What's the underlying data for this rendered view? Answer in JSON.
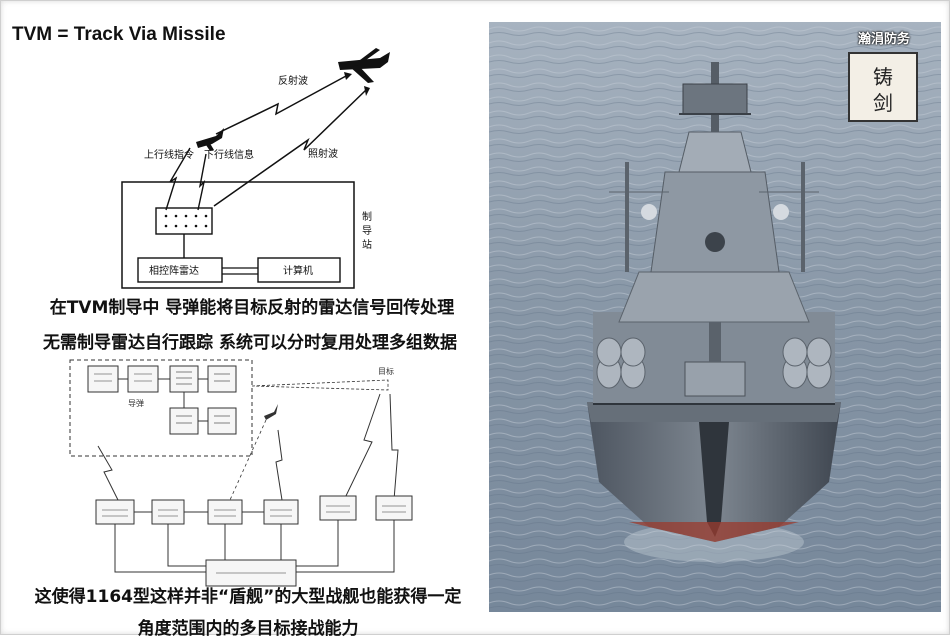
{
  "title": "TVM = Track Via Missile",
  "diagram_top": {
    "label_reflect": "反射波",
    "label_uplink": "上行线指令",
    "label_downlink": "下行线信息",
    "label_illum": "照射波",
    "label_station": "制\n导\n站",
    "label_radar": "相控阵雷达",
    "label_computer": "计算机"
  },
  "captions": {
    "line1": "在TVM制导中 导弹能将目标反射的雷达信号回传处理",
    "line2": "无需制导雷达自行跟踪 系统可以分时复用处理多组数据",
    "line3": "这使得1164型这样并非“盾舰”的大型战舰也能获得一定",
    "line4": "角度范围内的多目标接战能力"
  },
  "diagram_bottom": {
    "label_guide": "导弹",
    "label_target": "目标"
  },
  "watermark": {
    "title": "瀚涓防务",
    "seal_text": "铸剑"
  }
}
